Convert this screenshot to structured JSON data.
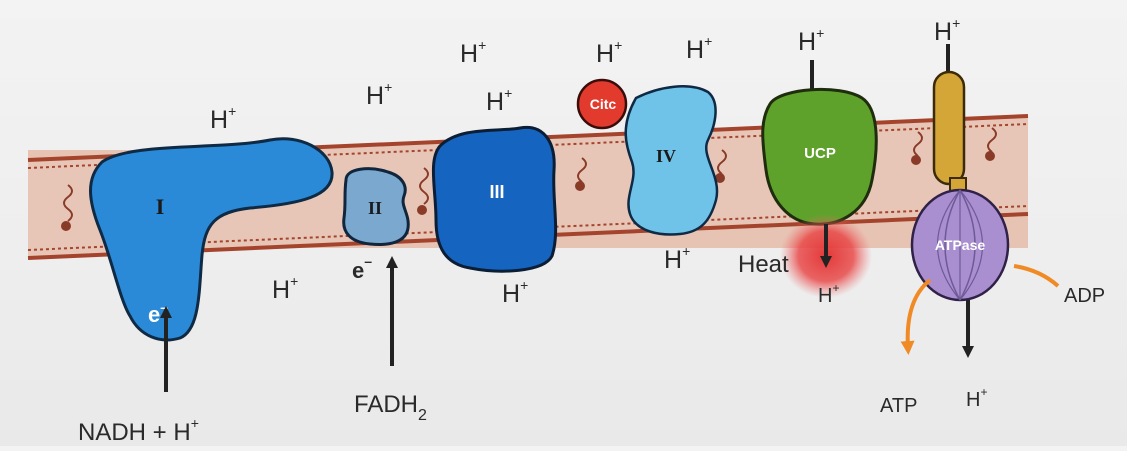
{
  "complexes": {
    "c1": "I",
    "c2": "II",
    "c3": "III",
    "c4": "IV",
    "citc": "Citc",
    "ucp": "UCP",
    "atpase": "ATPase"
  },
  "electron": {
    "symbol": "e",
    "charge": "–"
  },
  "proton": {
    "symbol": "H",
    "charge": "+"
  },
  "substrates": {
    "nadh": "NADH + H",
    "nadh_sup": "+",
    "fadh": "FADH",
    "fadh_sub": "2"
  },
  "labels": {
    "heat": "Heat",
    "adp": "ADP",
    "atp": "ATP"
  },
  "colors": {
    "membrane": "#e7c3b4",
    "membrane_line": "#a5442c",
    "complex_I": "#2a8ad8",
    "complex_II": "#7ba8cf",
    "complex_III": "#1565c0",
    "complex_IV": "#6fc2e8",
    "cytochrome_c": "#e23b2e",
    "ucp": "#5ea22c",
    "atpase_stalk": "#d4a637",
    "atpase_head": "#a98fd0",
    "heat_glow": "#e83a3a",
    "arrow_orange": "#f08a24"
  }
}
